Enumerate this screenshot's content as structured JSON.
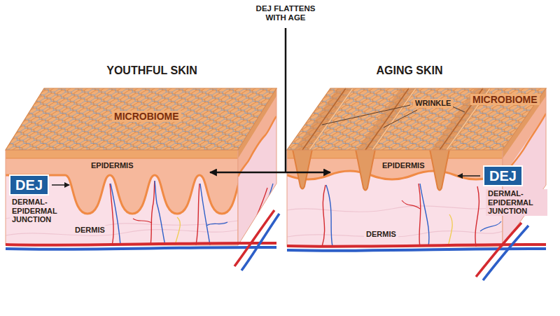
{
  "diagram": {
    "nodes": [
      {
        "text": [
          "DEJ"
        ]
      },
      {
        "text": [
          "DEJ"
        ]
      }
    ],
    "labels": [
      "YOUTHFUL SKIN",
      "AGING SKIN",
      "DEJ FLATTENS WITH AGE",
      "MICROBIOME",
      "EPIDERMIS",
      "DERMAL-EPIDERMAL JUNCTION",
      "DERMIS",
      "WRINKLE",
      "MICROBIOME",
      "EPIDERMIS",
      "DERMAL-EPIDERMAL JUNCTION",
      "DERMIS"
    ]
  }
}
